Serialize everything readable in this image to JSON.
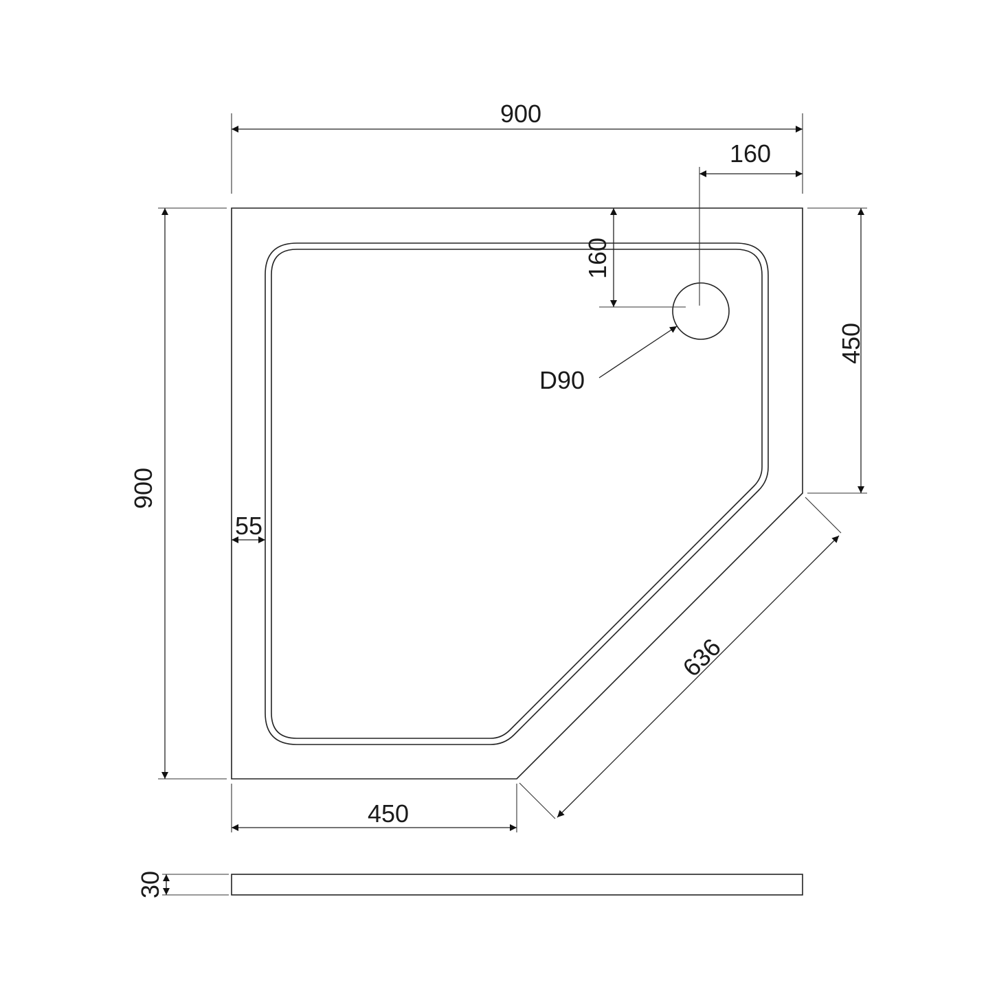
{
  "drawing": {
    "dimensions": {
      "top_width": "900",
      "drain_offset_x": "160",
      "drain_offset_y": "160",
      "right_height": "450",
      "left_height": "900",
      "bottom_width": "450",
      "diagonal_length": "636",
      "rim_width": "55",
      "drain_diameter": "D90",
      "tray_height": "30"
    }
  }
}
